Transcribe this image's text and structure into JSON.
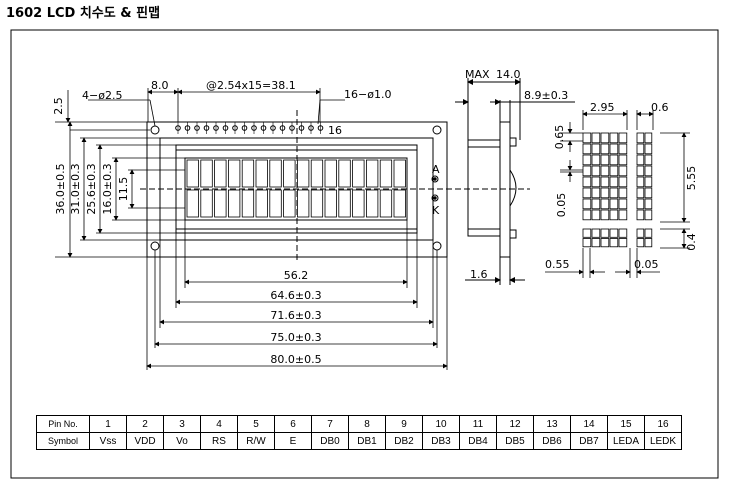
{
  "title": "1602 LCD 치수도 & 핀맵",
  "dims": {
    "top_2_5": "2.5",
    "hole_4": "4−ø2.5",
    "top_8_0": "8.0",
    "pitch": "@2.54x15=38.1",
    "pins_16": "16−ø1.0",
    "pin16_label": "16",
    "left_36": "36.0±0.5",
    "left_31": "31.0±0.3",
    "left_25_6": "25.6±0.3",
    "left_16": "16.0±0.3",
    "left_11_5": "11.5",
    "a_label": "A",
    "k_label": "K",
    "b_56_2": "56.2",
    "b_64_6": "64.6±0.3",
    "b_71_6": "71.6±0.3",
    "b_75_0": "75.0±0.3",
    "b_80_0": "80.0±0.5",
    "side_max": "MAX",
    "side_14": "14.0",
    "side_8_9": "8.9±0.3",
    "side_1_6": "1.6",
    "d_2_95": "2.95",
    "d_0_6": "0.6",
    "d_0_65": "0.65",
    "d_5_55": "5.55",
    "d_0_05a": "0.05",
    "d_0_4": "0.4",
    "d_0_55": "0.55",
    "d_0_05b": "0.05"
  },
  "pin_table": {
    "row1_head": "Pin No.",
    "row2_head": "Symbol",
    "pins": [
      "1",
      "2",
      "3",
      "4",
      "5",
      "6",
      "7",
      "8",
      "9",
      "10",
      "11",
      "12",
      "13",
      "14",
      "15",
      "16"
    ],
    "symbols": [
      "Vss",
      "VDD",
      "Vo",
      "RS",
      "R/W",
      "E",
      "DB0",
      "DB1",
      "DB2",
      "DB3",
      "DB4",
      "DB5",
      "DB6",
      "DB7",
      "LEDA",
      "LEDK"
    ]
  }
}
